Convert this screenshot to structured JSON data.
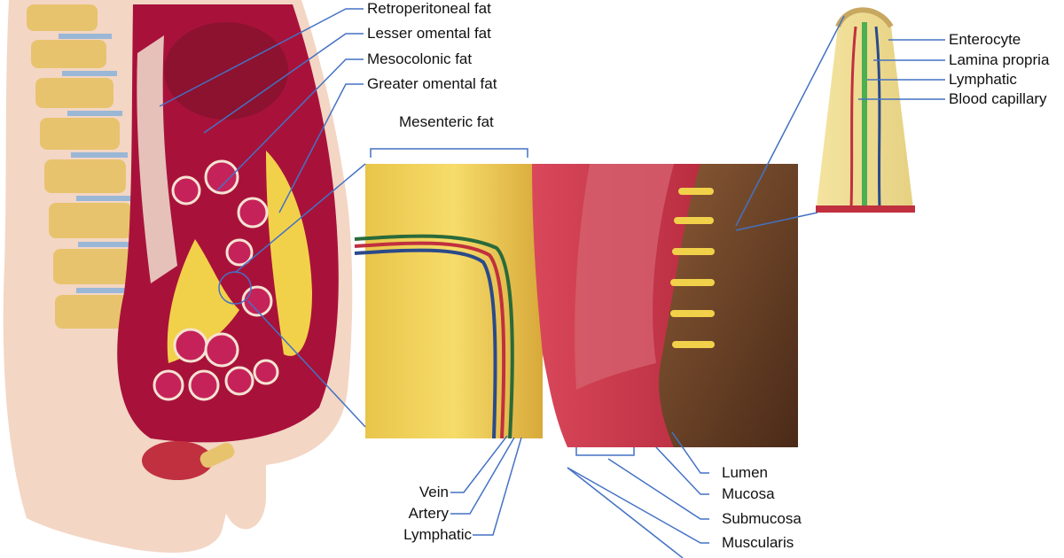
{
  "colors": {
    "leader": "#4472c4",
    "fat": "#f2d14a",
    "tissue": "#a8123a",
    "skin": "#f3d6c4",
    "bone": "#e8c36e",
    "muscle": "#c0303e",
    "lumen": "#7a4a2a"
  },
  "labels": {
    "retroperitoneal": "Retroperitoneal fat",
    "lesser_omental": "Lesser omental fat",
    "mesocolonic": "Mesocolonic fat",
    "greater_omental": "Greater omental fat",
    "mesenteric": "Mesenteric fat",
    "enterocyte": "Enterocyte",
    "lamina_propria": "Lamina propria",
    "lymphatic_villus": "Lymphatic",
    "blood_capillary": "Blood capillary",
    "vein": "Vein",
    "artery": "Artery",
    "lymphatic_vessel": "Lymphatic",
    "lumen": "Lumen",
    "mucosa": "Mucosa",
    "submucosa": "Submucosa",
    "muscularis": "Muscularis"
  }
}
